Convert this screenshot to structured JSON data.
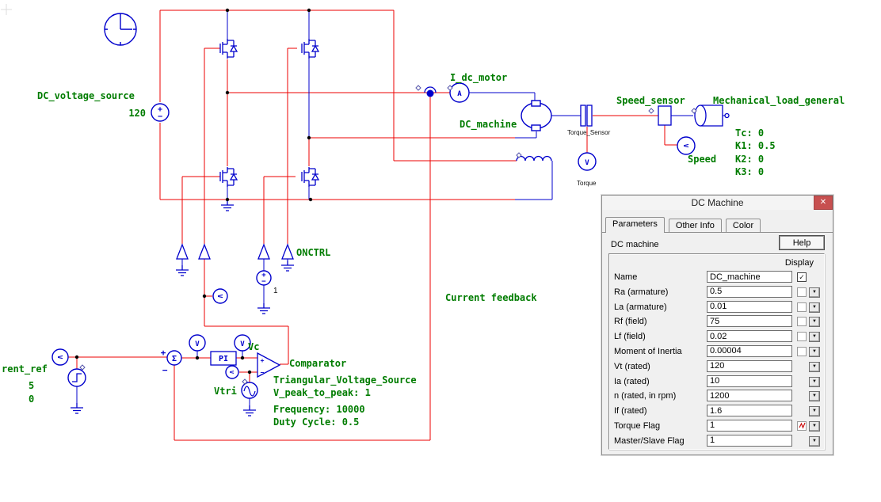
{
  "schematic": {
    "colors": {
      "wire": "#ee0000",
      "component": "#0000cc",
      "label": "#007c00"
    },
    "labels": {
      "dc_voltage_source": "DC_voltage_source",
      "dc_voltage_value": "120",
      "i_dc_motor": "I_dc_motor",
      "dc_machine": "DC_machine",
      "torque_sensor": "Torque_Sensor",
      "torque_meter": "Torque",
      "speed_sensor": "Speed_sensor",
      "speed_meter": "Speed",
      "mechanical_load": "Mechanical_load_general",
      "load_tc": "Tc: 0",
      "load_k1": "K1: 0.5",
      "load_k2": "K2: 0",
      "load_k3": "K3: 0",
      "onctrl": "ONCTRL",
      "const_one": "1",
      "current_feedback": "Current feedback",
      "current_ref": "rent_ref",
      "current_ref_v1": "5",
      "current_ref_v2": "0",
      "comparator": "Comparator",
      "tri_source": "Triangular_Voltage_Source",
      "tri_vpp": "V_peak_to_peak: 1",
      "tri_freq": "Frequency: 10000",
      "tri_duty": "Duty Cycle: 0.5",
      "vc": "Vc",
      "vtri": "Vtri",
      "pi_block": "PI",
      "ammeter": "A",
      "voltmeter": "V",
      "sum": "Σ",
      "plus": "+",
      "minus": "−"
    }
  },
  "dialog": {
    "title": "DC Machine",
    "close_label": "✕",
    "tabs": [
      {
        "label": "Parameters",
        "active": true
      },
      {
        "label": "Other Info",
        "active": false
      },
      {
        "label": "Color",
        "active": false
      }
    ],
    "subtitle": "DC machine",
    "help_label": "Help",
    "display_header": "Display",
    "check_glyph": "✓",
    "dropdown_glyph": "▼",
    "rows": [
      {
        "label": "Name",
        "value": "DC_machine",
        "checkbox": "checked",
        "dropdown": false
      },
      {
        "label": "Ra (armature)",
        "value": "0.5",
        "checkbox": "unchecked",
        "dropdown": true
      },
      {
        "label": "La (armature)",
        "value": "0.01",
        "checkbox": "unchecked",
        "dropdown": true
      },
      {
        "label": "Rf (field)",
        "value": "75",
        "checkbox": "unchecked",
        "dropdown": true
      },
      {
        "label": "Lf (field)",
        "value": "0.02",
        "checkbox": "unchecked",
        "dropdown": true
      },
      {
        "label": "Moment of Inertia",
        "value": "0.00004",
        "checkbox": "unchecked",
        "dropdown": true
      },
      {
        "label": "Vt (rated)",
        "value": "120",
        "checkbox": "none",
        "dropdown": true
      },
      {
        "label": "Ia (rated)",
        "value": "10",
        "checkbox": "none",
        "dropdown": true
      },
      {
        "label": "n (rated, in rpm)",
        "value": "1200",
        "checkbox": "none",
        "dropdown": true
      },
      {
        "label": "If (rated)",
        "value": "1.6",
        "checkbox": "none",
        "dropdown": true
      },
      {
        "label": "Torque Flag",
        "value": "1",
        "checkbox": "flag",
        "dropdown": true
      },
      {
        "label": "Master/Slave Flag",
        "value": "1",
        "checkbox": "none",
        "dropdown": true
      }
    ]
  }
}
